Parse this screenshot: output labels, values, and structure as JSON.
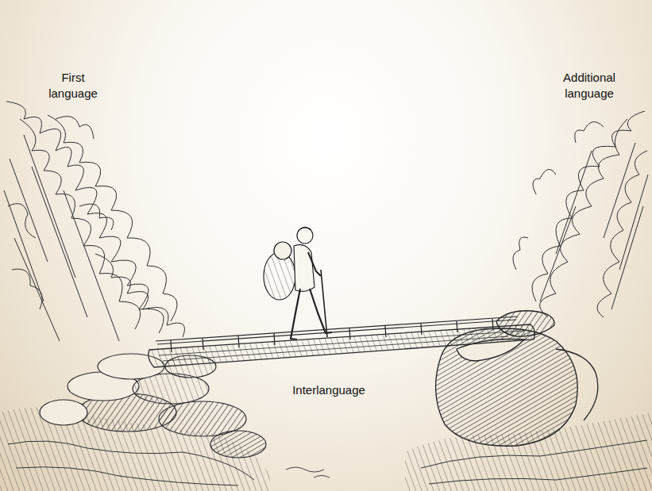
{
  "diagram": {
    "labels": [
      "First language",
      "Additional language",
      "Interlanguage"
    ]
  }
}
